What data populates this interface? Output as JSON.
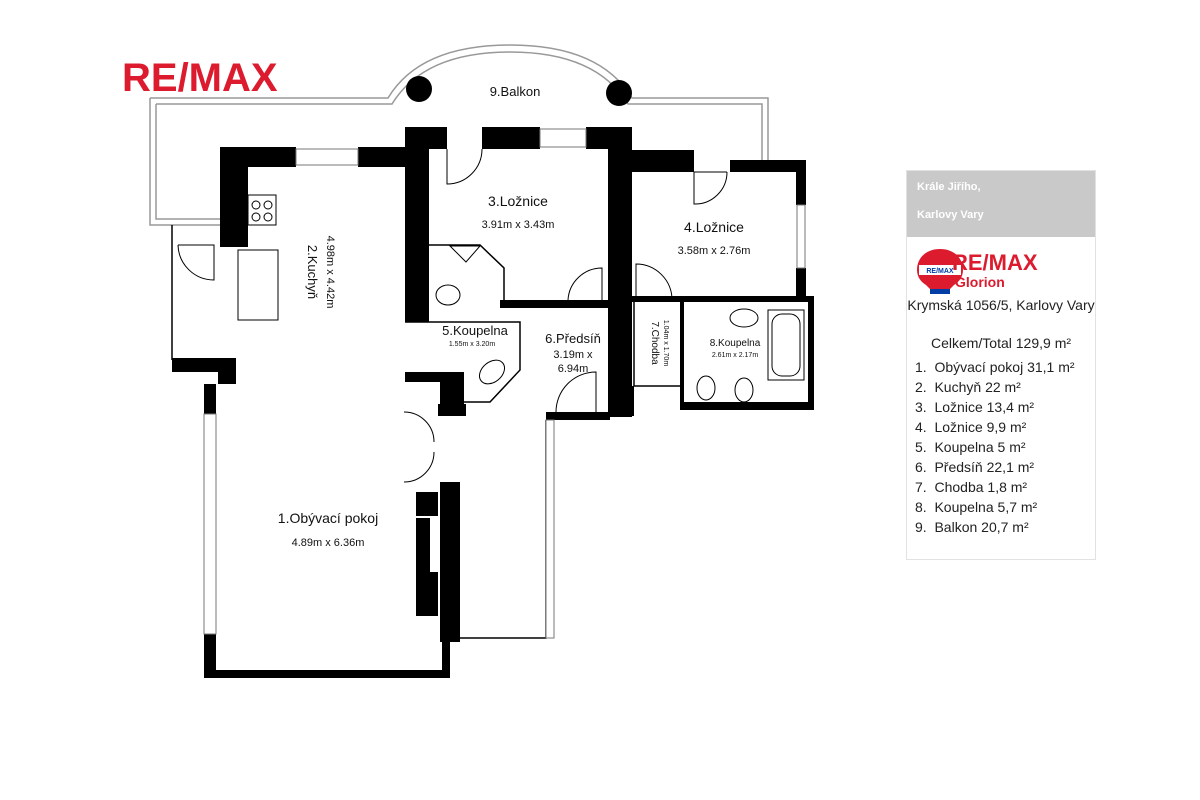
{
  "brand": {
    "logo_text": "RE/MAX",
    "office_name": "Glorion",
    "colors": {
      "red": "#dc1c2e",
      "blue": "#003da5",
      "wall": "#000000"
    }
  },
  "info_panel": {
    "street": "Krále Jiřího,",
    "city": "Karlovy Vary",
    "address": "Krymská 1056/5, Karlovy Vary",
    "total_label": "Celkem/Total",
    "total_value": "129,9",
    "total_unit": "m²",
    "rooms": [
      {
        "num": "1.",
        "name": "Obývací pokoj",
        "area": "31,1 m²"
      },
      {
        "num": "2.",
        "name": "Kuchyň",
        "area": "22 m²"
      },
      {
        "num": "3.",
        "name": "Ložnice",
        "area": "13,4 m²"
      },
      {
        "num": "4.",
        "name": "Ložnice",
        "area": "9,9 m²"
      },
      {
        "num": "5.",
        "name": "Koupelna",
        "area": "5 m²"
      },
      {
        "num": "6.",
        "name": "Předsíň",
        "area": "22,1 m²"
      },
      {
        "num": "7.",
        "name": "Chodba",
        "area": "1,8 m²"
      },
      {
        "num": "8.",
        "name": "Koupelna",
        "area": "5,7 m²"
      },
      {
        "num": "9.",
        "name": "Balkon",
        "area": "20,7 m²"
      }
    ]
  },
  "plan_labels": {
    "balkon": "9.Balkon",
    "loznice3_name": "3.Ložnice",
    "loznice3_dim": "3.91m x 3.43m",
    "loznice4_name": "4.Ložnice",
    "loznice4_dim": "3.58m x 2.76m",
    "kuchyn_name": "2.Kuchyň",
    "kuchyn_dim": "4.98m x 4.42m",
    "koupelna5_name": "5.Koupelna",
    "koupelna5_dim": "1.55m x 3.20m",
    "predsin_name": "6.Předsíň",
    "predsin_dim1": "3.19m x",
    "predsin_dim2": "6.94m",
    "chodba_name": "7.Chodba",
    "chodba_dim": "1.04m x 1.70m",
    "koupelna8_name": "8.Koupelna",
    "koupelna8_dim": "2.61m x 2.17m",
    "obyvaci_name": "1.Obývací pokoj",
    "obyvaci_dim": "4.89m x 6.36m"
  }
}
